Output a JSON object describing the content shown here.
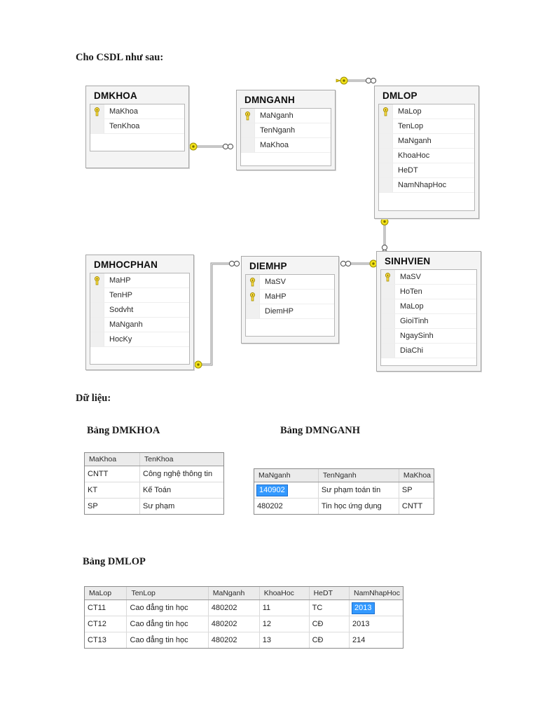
{
  "document": {
    "intro_line": "Cho CSDL như sau:",
    "data_line": "Dữ liệu:",
    "caption_dmkhoa": "Bảng DMKHOA",
    "caption_dmnganh": "Bảng DMNGANH",
    "caption_dmlop": "Bảng DMLOP"
  },
  "colors": {
    "key_icon": "#ffd92b",
    "selection": "#3399ff",
    "table_chrome": "#f4f4f4",
    "grid_header": "#ebebeb"
  },
  "er_diagram": {
    "tables": [
      {
        "name": "DMKHOA",
        "fields": [
          {
            "name": "MaKhoa",
            "key": true
          },
          {
            "name": "TenKhoa",
            "key": false
          }
        ]
      },
      {
        "name": "DMNGANH",
        "fields": [
          {
            "name": "MaNganh",
            "key": true
          },
          {
            "name": "TenNganh",
            "key": false
          },
          {
            "name": "MaKhoa",
            "key": false
          }
        ]
      },
      {
        "name": "DMLOP",
        "fields": [
          {
            "name": "MaLop",
            "key": true
          },
          {
            "name": "TenLop",
            "key": false
          },
          {
            "name": "MaNganh",
            "key": false
          },
          {
            "name": "KhoaHoc",
            "key": false
          },
          {
            "name": "HeDT",
            "key": false
          },
          {
            "name": "NamNhapHoc",
            "key": false
          }
        ]
      },
      {
        "name": "DMHOCPHAN",
        "fields": [
          {
            "name": "MaHP",
            "key": true
          },
          {
            "name": "TenHP",
            "key": false
          },
          {
            "name": "Sodvht",
            "key": false
          },
          {
            "name": "MaNganh",
            "key": false
          },
          {
            "name": "HocKy",
            "key": false
          }
        ]
      },
      {
        "name": "DIEMHP",
        "fields": [
          {
            "name": "MaSV",
            "key": true
          },
          {
            "name": "MaHP",
            "key": true
          },
          {
            "name": "DiemHP",
            "key": false
          }
        ]
      },
      {
        "name": "SINHVIEN",
        "fields": [
          {
            "name": "MaSV",
            "key": true
          },
          {
            "name": "HoTen",
            "key": false
          },
          {
            "name": "MaLop",
            "key": false
          },
          {
            "name": "GioiTinh",
            "key": false
          },
          {
            "name": "NgaySinh",
            "key": false
          },
          {
            "name": "DiaChi",
            "key": false
          }
        ]
      }
    ],
    "relationships": [
      {
        "from": "DMKHOA",
        "to": "DMNGANH",
        "from_side": "one",
        "to_side": "many"
      },
      {
        "from": "DMNGANH",
        "to": "DMLOP",
        "from_side": "one",
        "to_side": "many"
      },
      {
        "from": "DMLOP",
        "to": "SINHVIEN",
        "from_side": "one",
        "to_side": "many"
      },
      {
        "from": "DMHOCPHAN",
        "to": "DIEMHP",
        "from_side": "one",
        "to_side": "many"
      },
      {
        "from": "SINHVIEN",
        "to": "DIEMHP",
        "from_side": "one",
        "to_side": "many"
      }
    ]
  },
  "grids": {
    "dmkhoa": {
      "columns": [
        "MaKhoa",
        "TenKhoa"
      ],
      "rows": [
        [
          "CNTT",
          "Công nghệ thông tin"
        ],
        [
          "KT",
          "Kế Toán"
        ],
        [
          "SP",
          "Sư phạm"
        ]
      ],
      "selected_cell": null
    },
    "dmnganh": {
      "columns": [
        "MaNganh",
        "TenNganh",
        "MaKhoa"
      ],
      "rows": [
        [
          "140902",
          "Sư phạm toán tin",
          "SP"
        ],
        [
          "480202",
          "Tin học ứng dụng",
          "CNTT"
        ]
      ],
      "selected_cell": {
        "row": 0,
        "col": 0,
        "value": "140902"
      }
    },
    "dmlop": {
      "columns": [
        "MaLop",
        "TenLop",
        "MaNganh",
        "KhoaHoc",
        "HeDT",
        "NamNhapHoc"
      ],
      "rows": [
        [
          "CT11",
          "Cao đẳng tin học",
          "480202",
          "11",
          "TC",
          "2013"
        ],
        [
          "CT12",
          "Cao đẳng tin học",
          "480202",
          "12",
          "CĐ",
          "2013"
        ],
        [
          "CT13",
          "Cao đẳng tin học",
          "480202",
          "13",
          "CĐ",
          "214"
        ]
      ],
      "selected_cell": {
        "row": 0,
        "col": 5,
        "value": "2013"
      }
    }
  }
}
